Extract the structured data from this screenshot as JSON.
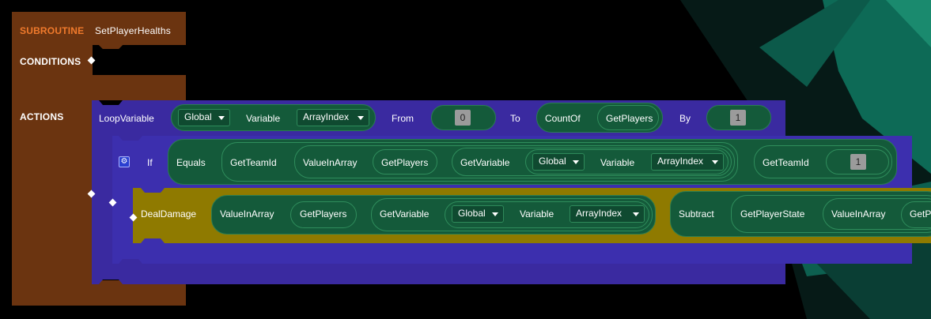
{
  "colors": {
    "subroutine_block": "#6b3410",
    "loop_block": "#3a2aa0",
    "if_block": "#3c2fae",
    "deal_block": "#8f7a00",
    "pill": "#145a3a",
    "accent_orange": "#f07a2c",
    "background_teal": "#0f6e59"
  },
  "subroutine": {
    "keyword": "SUBROUTINE",
    "name": "SetPlayerHealths",
    "conditions_label": "CONDITIONS",
    "actions_label": "ACTIONS"
  },
  "loop": {
    "label": "LoopVariable",
    "scope": "Global",
    "variable_label": "Variable",
    "variable": "ArrayIndex",
    "from_label": "From",
    "from_value": "0",
    "to_label": "To",
    "count_label": "CountOf",
    "players_label": "GetPlayers",
    "by_label": "By",
    "by_value": "1"
  },
  "if_block": {
    "settings_icon": "gear-icon",
    "label": "If",
    "equals_label": "Equals",
    "team_label": "GetTeamId",
    "value_in_array": "ValueInArray",
    "players_label": "GetPlayers",
    "get_variable": "GetVariable",
    "scope": "Global",
    "variable_label": "Variable",
    "variable": "ArrayIndex",
    "team2_label": "GetTeamId",
    "team2_value": "1"
  },
  "deal": {
    "label": "DealDamage",
    "value_in_array": "ValueInArray",
    "players_label": "GetPlayers",
    "get_variable": "GetVariable",
    "scope": "Global",
    "variable_label": "Variable",
    "variable": "ArrayIndex",
    "subtract_label": "Subtract",
    "player_state": "GetPlayerState",
    "value_in_array2": "ValueInArray",
    "players_cut": "GetP"
  }
}
